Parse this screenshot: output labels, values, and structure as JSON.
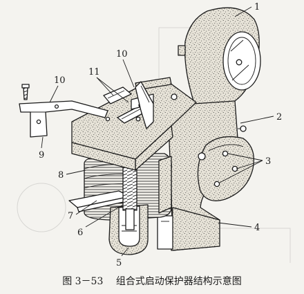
{
  "caption": {
    "number": "图 3－53",
    "text": "组合式启动保护器结构示意图"
  },
  "callouts": [
    {
      "id": "1",
      "label": "1"
    },
    {
      "id": "2",
      "label": "2"
    },
    {
      "id": "3",
      "label": "3"
    },
    {
      "id": "4",
      "label": "4"
    },
    {
      "id": "5",
      "label": "5"
    },
    {
      "id": "6",
      "label": "6"
    },
    {
      "id": "7",
      "label": "7"
    },
    {
      "id": "8",
      "label": "8"
    },
    {
      "id": "9",
      "label": "9"
    },
    {
      "id": "10a",
      "label": "10"
    },
    {
      "id": "10b",
      "label": "10"
    },
    {
      "id": "11",
      "label": "11"
    }
  ],
  "colors": {
    "ink": "#1a1a1a",
    "stipple_fill": "#dcd8cc",
    "paper": "#f4f3ef",
    "metal": "#ffffff"
  }
}
